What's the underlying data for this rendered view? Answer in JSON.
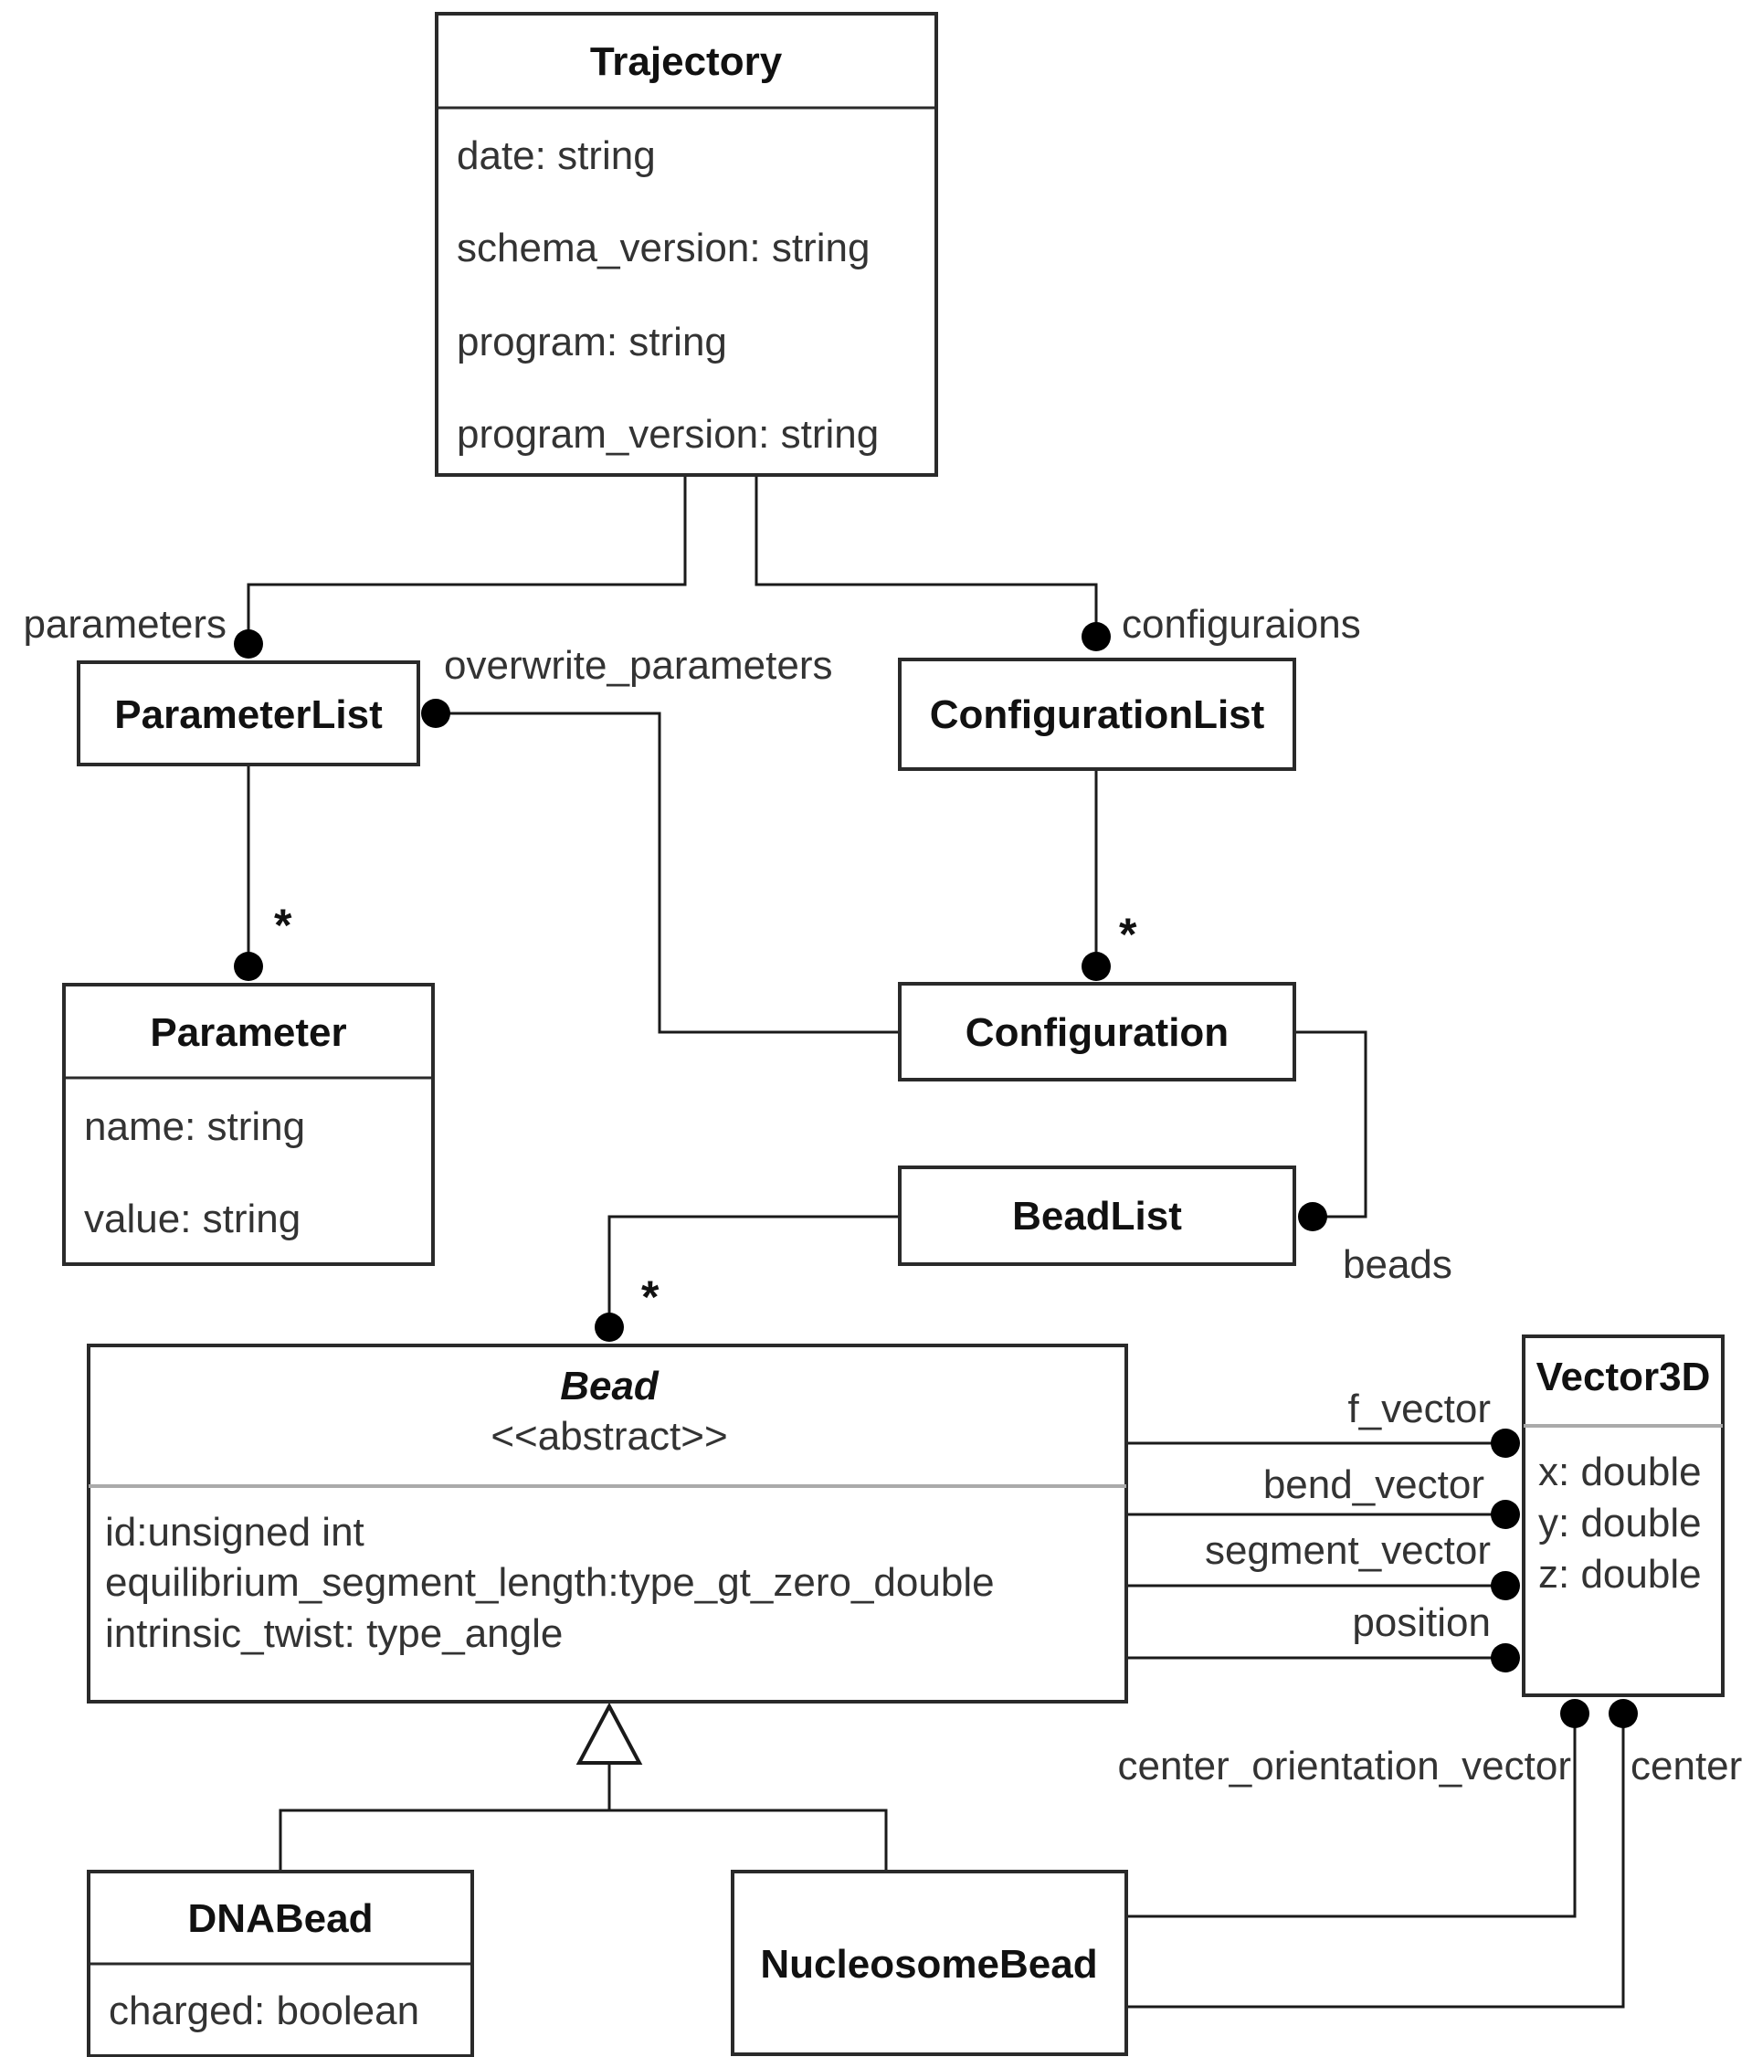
{
  "classes": {
    "trajectory": {
      "name": "Trajectory",
      "attributes": [
        "date: string",
        "schema_version: string",
        "program: string",
        "program_version: string"
      ]
    },
    "parameter_list": {
      "name": "ParameterList"
    },
    "configuration_list": {
      "name": "ConfigurationList"
    },
    "parameter": {
      "name": "Parameter",
      "attributes": [
        "name: string",
        "value: string"
      ]
    },
    "configuration": {
      "name": "Configuration"
    },
    "bead_list": {
      "name": "BeadList"
    },
    "bead": {
      "name": "Bead",
      "stereotype": "<<abstract>>",
      "attributes": [
        "id:unsigned int",
        "equilibrium_segment_length:type_gt_zero_double",
        "intrinsic_twist: type_angle"
      ]
    },
    "vector3d": {
      "name": "Vector3D",
      "attributes": [
        "x: double",
        "y: double",
        "z: double"
      ]
    },
    "dna_bead": {
      "name": "DNABead",
      "attributes": [
        "charged: boolean"
      ]
    },
    "nucleosome_bead": {
      "name": "NucleosomeBead"
    }
  },
  "relations": {
    "parameters": "parameters",
    "configuraions": "configuraions",
    "overwrite_parameters": "overwrite_parameters",
    "beads": "beads",
    "f_vector": "f_vector",
    "bend_vector": "bend_vector",
    "segment_vector": "segment_vector",
    "position": "position",
    "center_orientation_vector": "center_orientation_vector",
    "center": "center"
  },
  "multiplicity": {
    "parameter": "*",
    "configuration": "*",
    "bead": "*"
  }
}
